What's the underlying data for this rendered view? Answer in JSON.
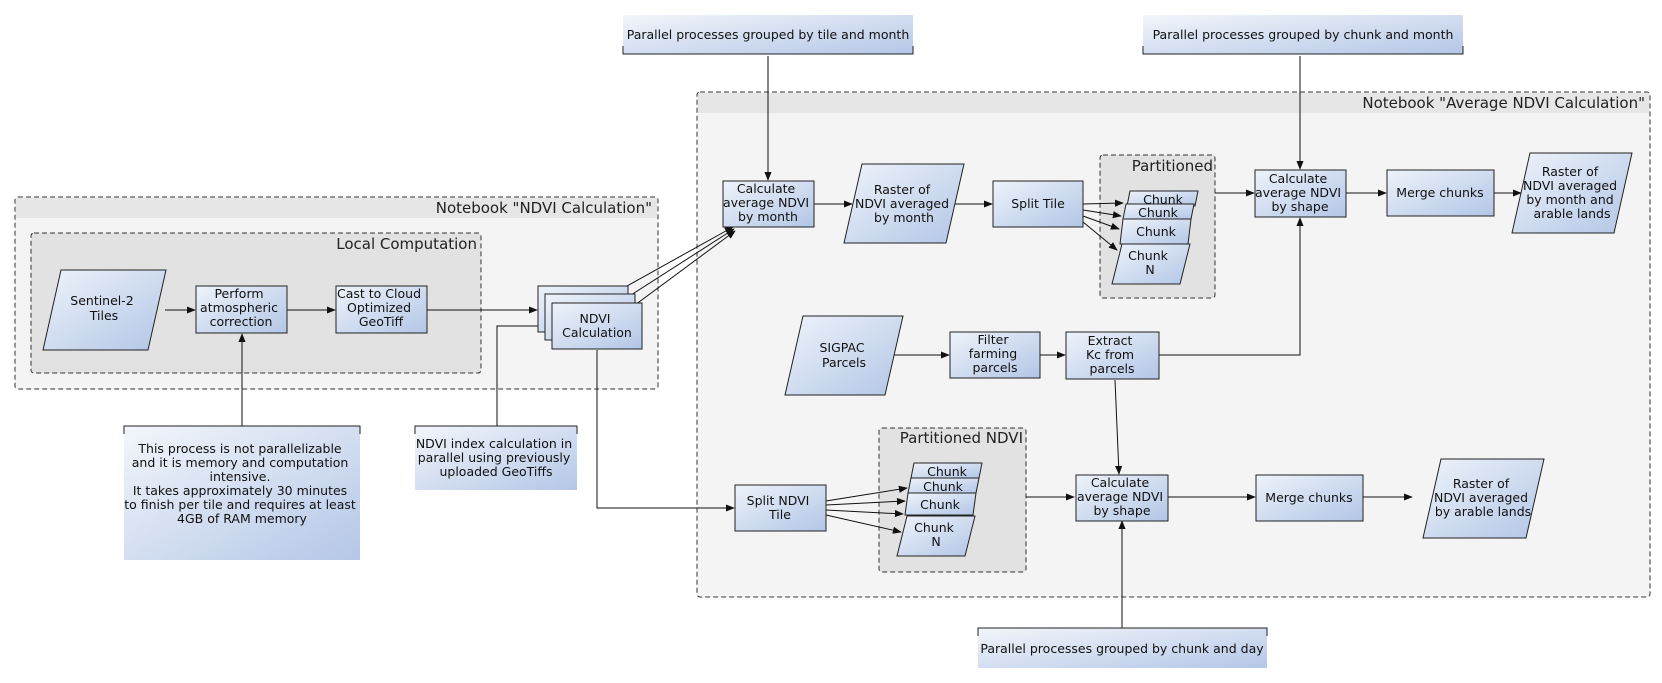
{
  "groups": {
    "ndvi_notebook": "Notebook \"NDVI Calculation\"",
    "local_computation": "Local Computation",
    "avg_notebook": "Notebook \"Average NDVI Calculation\"",
    "partitioned": "Partitioned",
    "partitioned_ndvi": "Partitioned NDVI"
  },
  "nodes": {
    "sentinel": [
      "Sentinel-2",
      "Tiles"
    ],
    "atmos": [
      "Perform",
      "atmospheric",
      "correction"
    ],
    "cog": [
      "Cast to Cloud",
      "Optimized",
      "GeoTiff"
    ],
    "ndvi": [
      "NDVI",
      "Calculation"
    ],
    "avg_month": [
      "Calculate",
      "average NDVI",
      "by month"
    ],
    "raster_month": [
      "Raster of",
      "NDVI averaged",
      "by month"
    ],
    "split_tile": [
      "Split Tile"
    ],
    "avg_shape_top": [
      "Calculate",
      "average NDVI",
      "by shape"
    ],
    "merge_top": [
      "Merge chunks"
    ],
    "raster_month_arable": [
      "Raster of",
      "NDVI averaged",
      "by month and",
      "arable lands"
    ],
    "sigpac": [
      "SIGPAC",
      "Parcels"
    ],
    "filter": [
      "Filter",
      "farming",
      "parcels"
    ],
    "extract": [
      "Extract",
      "Kc from",
      "parcels"
    ],
    "split_ndvi": [
      "Split NDVI",
      "Tile"
    ],
    "avg_shape_bottom": [
      "Calculate",
      "average NDVI",
      "by shape"
    ],
    "merge_bottom": [
      "Merge chunks"
    ],
    "raster_arable": [
      "Raster of",
      "NDVI averaged",
      "by arable lands"
    ]
  },
  "chunks": {
    "item": "Chunk",
    "last": [
      "Chunk",
      "N"
    ]
  },
  "notes": {
    "memory": [
      "This process is not parallelizable",
      "and it is memory and computation",
      "intensive.",
      "",
      "It takes approximately 30 minutes",
      "to finish per tile and requires at least",
      "4GB of RAM memory"
    ],
    "ndvi_parallel": [
      "NDVI index calculation in",
      "parallel using previously",
      "uploaded GeoTiffs"
    ],
    "tile_month": [
      "Parallel processes grouped by tile and month"
    ],
    "chunk_month": [
      "Parallel processes grouped by chunk and month"
    ],
    "chunk_day": [
      "Parallel processes grouped by chunk and day"
    ]
  },
  "colors": {
    "node_light": "#eef3fa",
    "node_dark": "#b4c7e7",
    "group_bg": "#f4f4f4",
    "group_header": "#e6e6e6",
    "inner_bg": "#e2e2e2",
    "stroke": "#222222"
  }
}
